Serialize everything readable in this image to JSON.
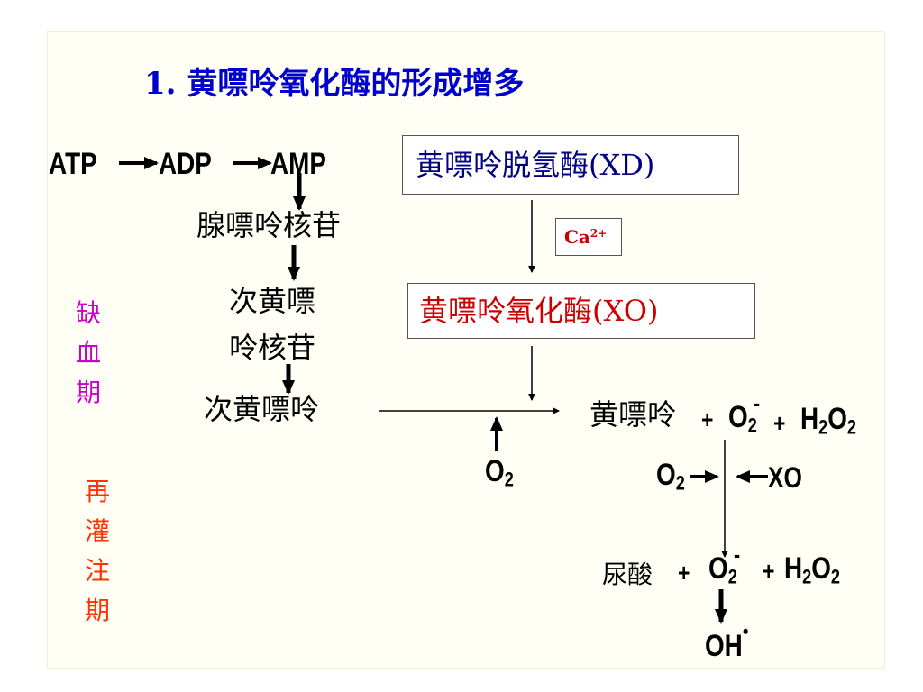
{
  "title": "1. 黄嘌呤氧化酶的形成增多",
  "colors": {
    "title": "#0000cc",
    "xd": "#000080",
    "xo": "#cc0000",
    "ischemia": "#cc00cc",
    "reperfusion": "#ff3300",
    "ca": "#cc0000"
  },
  "pathway": {
    "atp": "ATP",
    "adp": "ADP",
    "amp": "AMP",
    "adenosine": "腺嘌呤核苷",
    "inosine_line1": "次黄嘌",
    "inosine_line2": "呤核苷",
    "hypoxanthine": "次黄嘌呤"
  },
  "enzymes": {
    "xd": "黄嘌呤脱氢酶(XD)",
    "calcium": "Ca",
    "calcium_charge": "2+",
    "xo": "黄嘌呤氧化酶(XO)"
  },
  "phases": {
    "ischemia": [
      "缺",
      "血",
      "期"
    ],
    "reperfusion": [
      "再",
      "灌",
      "注",
      "期"
    ]
  },
  "reaction": {
    "o2_input": "O",
    "o2_input_sub": "2",
    "xanthine": "黄嘌呤",
    "plus1": "+",
    "superoxide1": "O",
    "superoxide1_sub": "2",
    "superoxide1_charge": "-",
    "plus2": "+",
    "h2o2_1": "H",
    "h2o2_1_sub1": "2",
    "h2o2_1_mid": "O",
    "h2o2_1_sub2": "2",
    "o2_mid": "O",
    "o2_mid_sub": "2",
    "xo_mid": "XO",
    "uric_acid": "尿酸",
    "plus3": "+",
    "superoxide2": "O",
    "superoxide2_sub": "2",
    "superoxide2_charge": "-",
    "plus4": "+",
    "h2o2_2": "H",
    "h2o2_2_sub1": "2",
    "h2o2_2_mid": "O",
    "h2o2_2_sub2": "2",
    "oh": "OH",
    "oh_radical": "•"
  }
}
